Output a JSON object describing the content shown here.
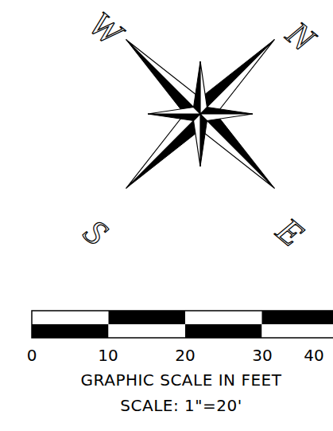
{
  "diagram": {
    "labels": [
      "W",
      "N",
      "S",
      "E",
      "0",
      "10",
      "20",
      "30",
      "40",
      "GRAPHIC SCALE IN FEET",
      "SCALE: 1\"=20'"
    ]
  }
}
